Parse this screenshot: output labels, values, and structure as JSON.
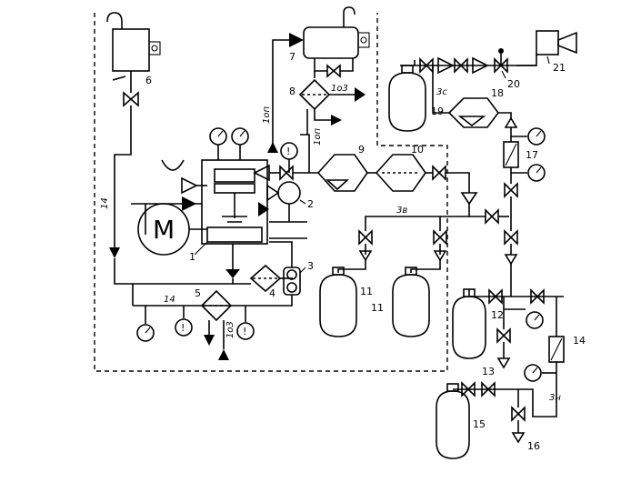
{
  "labels": {
    "n1": "1",
    "n2": "2",
    "n3": "3",
    "n4": "4",
    "n5": "5",
    "n6": "6",
    "n7": "7",
    "n8": "8",
    "n9": "9",
    "n10": "10",
    "n11a": "11",
    "n11b": "11",
    "n12": "12",
    "n13": "13",
    "n14": "14",
    "n15": "15",
    "n16": "16",
    "n17": "17",
    "n18": "18",
    "n19": "19",
    "n20": "20",
    "n21": "21"
  },
  "pipe_labels": {
    "line_14_left": "14",
    "line_14_bottom": "14",
    "line_1on": "1оп",
    "line_1on_b": "1оп",
    "line_103_top": "1о3",
    "line_103_bottom": "1о3",
    "line_3c": "3с",
    "line_3b": "3в",
    "line_3n": "3н"
  },
  "symbols": {
    "motor": "M",
    "indicator": "!"
  }
}
